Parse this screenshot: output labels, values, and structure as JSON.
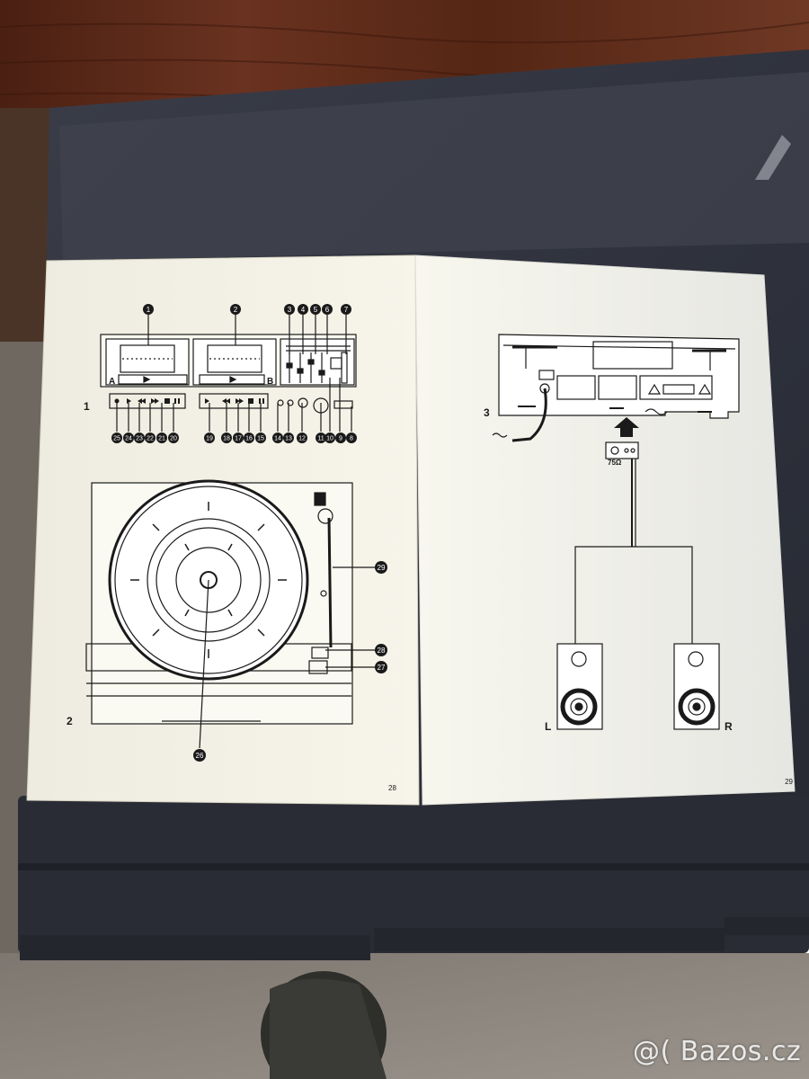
{
  "manual": {
    "left_page": {
      "figure1_label": "1",
      "figure2_label": "2",
      "deck_a_letter": "A",
      "deck_b_letter": "B",
      "callouts_top": [
        "1",
        "2",
        "3",
        "4",
        "5",
        "6",
        "7"
      ],
      "callouts_bottom": [
        "25",
        "24",
        "23",
        "22",
        "21",
        "20",
        "19",
        "18",
        "17",
        "16",
        "15",
        "14",
        "13",
        "12",
        "11",
        "10",
        "9",
        "8"
      ],
      "callouts_turntable": [
        "29",
        "28",
        "27",
        "26"
      ],
      "page_number": "28"
    },
    "right_page": {
      "figure3_label": "3",
      "antenna_ohms": "75Ω",
      "speaker_left_label": "L",
      "speaker_right_label": "R",
      "page_number": "29"
    }
  },
  "watermark": "@( Bazos.cz",
  "colors": {
    "paper": "#f6f4e7",
    "ink": "#1a1a1a",
    "wood": "#5a2a18",
    "device": "#2a2c35"
  }
}
